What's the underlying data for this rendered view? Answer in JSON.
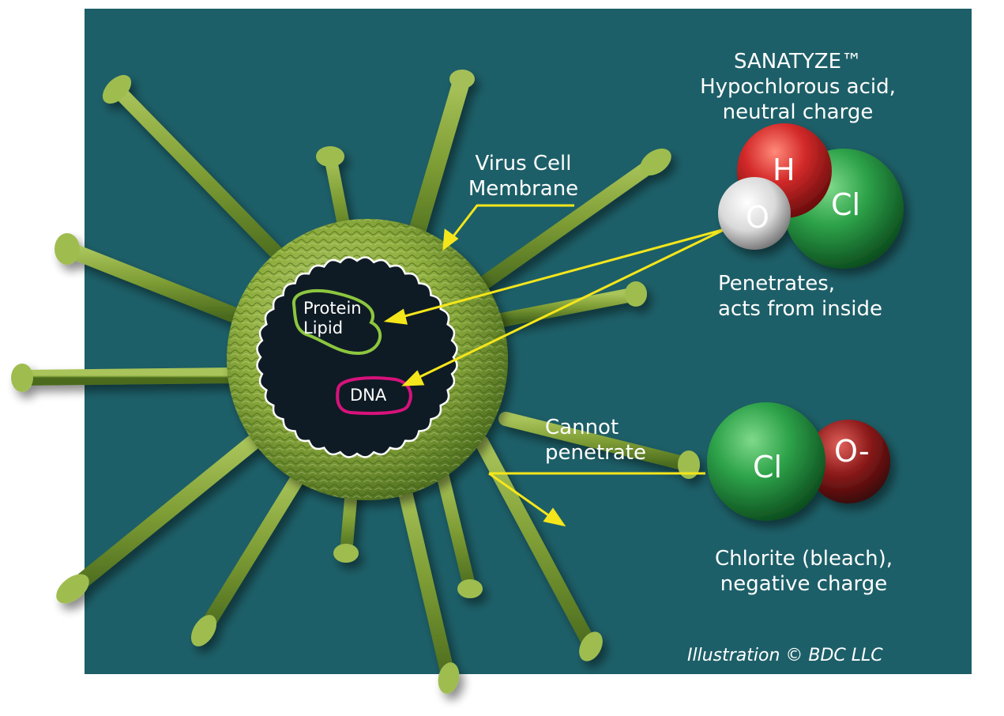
{
  "hocl_label": {
    "line1": "SANATYZE™",
    "line2": "Hypochlorous acid,",
    "line3": "neutral charge"
  },
  "membrane_label": {
    "line1": "Virus Cell",
    "line2": "Membrane"
  },
  "protein_label": {
    "line1": "Protein",
    "line2": "Lipid"
  },
  "dna_label": "DNA",
  "penetrates_label": {
    "line1": "Penetrates,",
    "line2": "acts from inside"
  },
  "cannot_label": {
    "line1": "Cannot",
    "line2": "penetrate"
  },
  "bleach_label": {
    "line1": "Chlorite (bleach),",
    "line2": "negative charge"
  },
  "credit": "Illustration © BDC LLC",
  "hocl_atoms": {
    "h": "H",
    "o": "O",
    "cl": "Cl"
  },
  "bleach_atoms": {
    "cl": "Cl",
    "o": "O-"
  },
  "colors": {
    "background": "#1d5f68",
    "arrow": "#f5e61b",
    "virus": "#8fae3e",
    "core": "#0f1b24",
    "protein_outline": "#8cc63f",
    "dna_outline": "#d6127b",
    "chlorine": "#2ea34a",
    "hydrogen": "#d42a2a",
    "oxygen_neutral": "#d9d9d9",
    "oxygen_negative": "#8e1b1b"
  }
}
